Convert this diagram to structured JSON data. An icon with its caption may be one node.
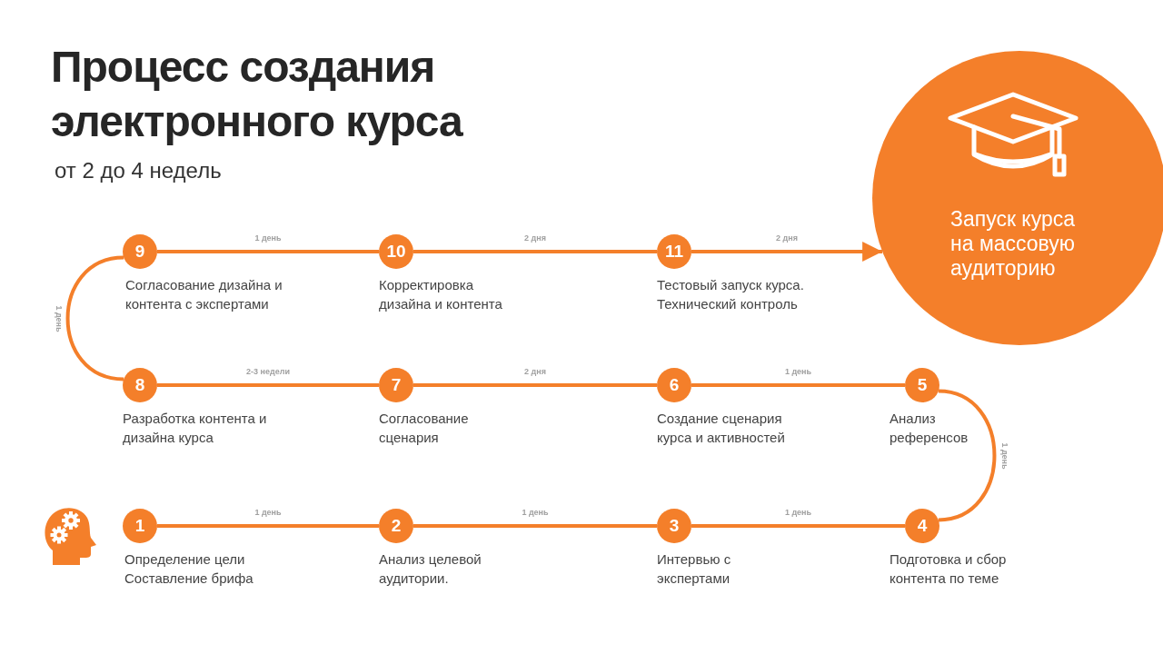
{
  "diagram": {
    "title": "Процесс создания электронного курса",
    "nodes": [
      {
        "text": [
          "1"
        ],
        "beside": [
          "Определение цели Составление брифа"
        ]
      },
      {
        "text": [
          "2"
        ],
        "beside": [
          "Анализ целевой аудитории."
        ]
      },
      {
        "text": [
          "3"
        ],
        "beside": [
          "Интервью с экспертами"
        ]
      },
      {
        "text": [
          "4"
        ],
        "beside": [
          "Подготовка и сбор контента по теме"
        ]
      },
      {
        "text": [
          "5"
        ],
        "beside": [
          "Анализ референсов"
        ]
      },
      {
        "text": [
          "6"
        ],
        "beside": [
          "Создание сценария курса и активностей"
        ]
      },
      {
        "text": [
          "7"
        ],
        "beside": [
          "Согласование сценария"
        ]
      },
      {
        "text": [
          "8"
        ],
        "beside": [
          "Разработка контента и дизайна курса"
        ]
      },
      {
        "text": [
          "9"
        ],
        "beside": [
          "Согласование дизайна и контента с экспертами"
        ]
      },
      {
        "text": [
          "10"
        ],
        "beside": [
          "Корректировка дизайна и контента"
        ]
      },
      {
        "text": [
          "11"
        ],
        "beside": [
          "Тестовый запуск курса. Технический контроль"
        ]
      },
      {
        "text": [
          "Запуск курса на массовую аудиторию"
        ]
      }
    ],
    "edges": [
      {
        "from": 0,
        "to": 1,
        "arrow": "none",
        "label": "1 день"
      },
      {
        "from": 1,
        "to": 2,
        "arrow": "none",
        "label": "1 день"
      },
      {
        "from": 2,
        "to": 3,
        "arrow": "none",
        "label": "1 день"
      },
      {
        "from": 3,
        "to": 4,
        "arrow": "none",
        "label": "1 день"
      },
      {
        "from": 4,
        "to": 5,
        "arrow": "none",
        "label": "1 день"
      },
      {
        "from": 5,
        "to": 6,
        "arrow": "none",
        "label": "2 дня"
      },
      {
        "from": 6,
        "to": 7,
        "arrow": "none",
        "label": "2-3 недели"
      },
      {
        "from": 7,
        "to": 8,
        "arrow": "none",
        "label": "1 день"
      },
      {
        "from": 8,
        "to": 9,
        "arrow": "none",
        "label": "1 день"
      },
      {
        "from": 9,
        "to": 10,
        "arrow": "none",
        "label": "2 дня"
      },
      {
        "from": 10,
        "to": 11,
        "arrow": "to",
        "label": "2 дня"
      }
    ],
    "labels": [
      "от 2 до 4 недель"
    ]
  }
}
